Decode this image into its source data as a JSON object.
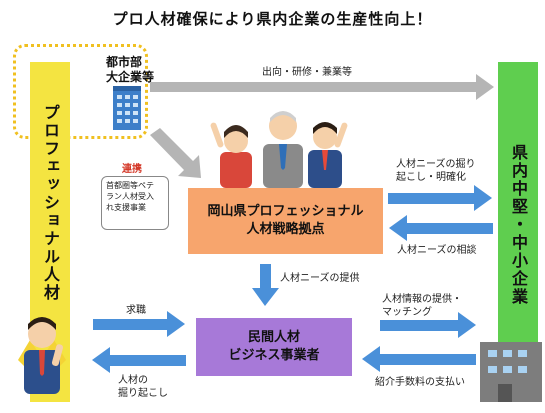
{
  "title": "プロ人材確保により県内企業の生産性向上！",
  "left_bar": {
    "label": "プロフェッショナル人材"
  },
  "right_bar": {
    "label": "県内中堅・中小企業"
  },
  "city": {
    "line1": "都市部",
    "line2": "大企業等"
  },
  "labels": {
    "dispatch": "出向・研修・兼業等",
    "collab": "連携",
    "support_program": "首都圏等ペテ\nラン人材受入\nれ支援事業",
    "needs_clarify_1": "人材ニーズの掘り",
    "needs_clarify_2": "起こし・明確化",
    "needs_consult": "人材ニーズの相談",
    "needs_provide": "人材ニーズの提供",
    "job_seek": "求職",
    "dig_out_1": "人材の",
    "dig_out_2": "掘り起こし",
    "info_provide_1": "人材情報の提供・",
    "info_provide_2": "マッチング",
    "fee_payment": "紹介手数料の支払い"
  },
  "hub": {
    "line1": "岡山県プロフェッショナル",
    "line2": "人材戦略拠点"
  },
  "biz": {
    "line1": "民間人材",
    "line2": "ビジネス事業者"
  },
  "colors": {
    "left_bar": "#f4e441",
    "right_bar": "#5fce4f",
    "hub": "#f7a56d",
    "biz": "#a779d8",
    "arrow_blue": "#4a90d9",
    "arrow_gray": "#b5b5b5",
    "dotted_border": "#f0c020"
  }
}
